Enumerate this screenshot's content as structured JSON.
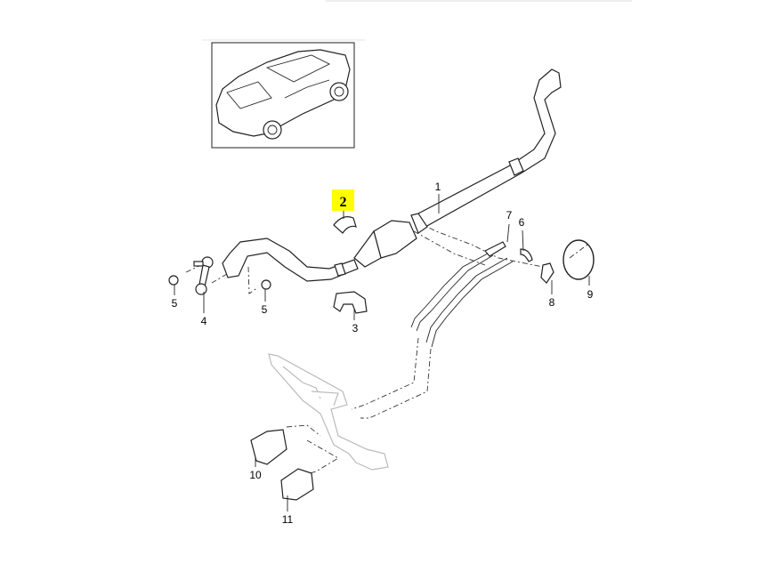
{
  "diagram": {
    "highlight_color": "#ffff00",
    "highlighted_callout": "2",
    "callouts": [
      {
        "id": "c1",
        "text": "1"
      },
      {
        "id": "c2",
        "text": "2"
      },
      {
        "id": "c3",
        "text": "3"
      },
      {
        "id": "c4",
        "text": "4"
      },
      {
        "id": "c5a",
        "text": "5"
      },
      {
        "id": "c5b",
        "text": "5"
      },
      {
        "id": "c6",
        "text": "6"
      },
      {
        "id": "c7",
        "text": "7"
      },
      {
        "id": "c8",
        "text": "8"
      },
      {
        "id": "c9",
        "text": "9"
      },
      {
        "id": "c10",
        "text": "10"
      },
      {
        "id": "c11",
        "text": "11"
      }
    ]
  }
}
